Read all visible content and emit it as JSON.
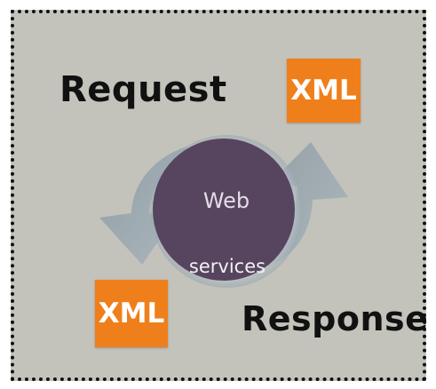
{
  "diagram": {
    "request_label": "Request",
    "response_label": "Response",
    "xml_top_label": "XML",
    "xml_bottom_label": "XML",
    "center_line1": "Web",
    "center_line2": "services"
  },
  "colors": {
    "background": "#c3c3bb",
    "border": "#111111",
    "circle": "#574560",
    "xml_badge": "#ef7f1a",
    "arrow": "#7f8f98"
  }
}
